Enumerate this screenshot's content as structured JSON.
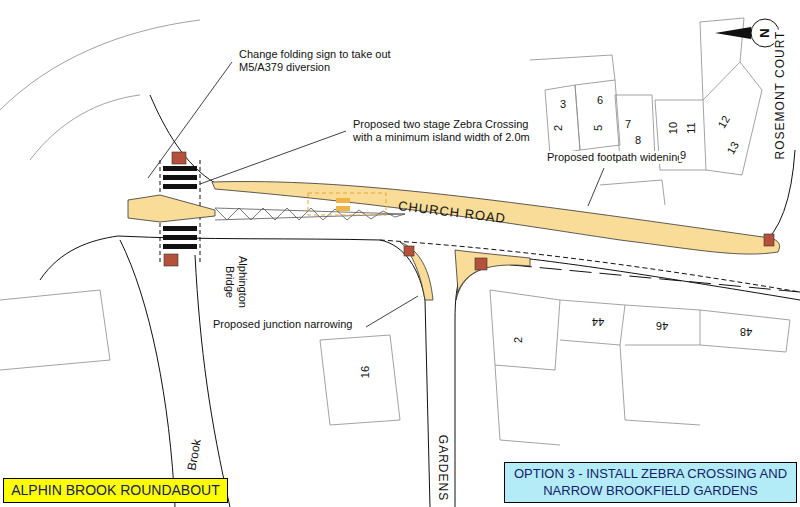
{
  "diagram": {
    "nodes": [
      {
        "text": [
          "ALPHIN BROOK ROUNDABOUT"
        ]
      },
      {
        "text": [
          "OPTION 3 - INSTALL ZEBRA CROSSING AND NARROW BROOKFIELD GARDENS"
        ]
      }
    ],
    "labels": [
      "Change folding sign to take out M5/A379 diversion",
      "Proposed two stage Zebra Crossing with a minimum island width of 2.0m",
      "Proposed footpath widening",
      "Proposed junction narrowing",
      "CHURCH ROAD",
      "ROSEMONT COURT",
      "Alphington Bridge",
      "Brook",
      "GARDENS",
      "3",
      "6",
      "2",
      "5",
      "7",
      "8",
      "10",
      "11",
      "9",
      "12",
      "13",
      "44",
      "46",
      "48",
      "2",
      "16",
      "N"
    ]
  }
}
